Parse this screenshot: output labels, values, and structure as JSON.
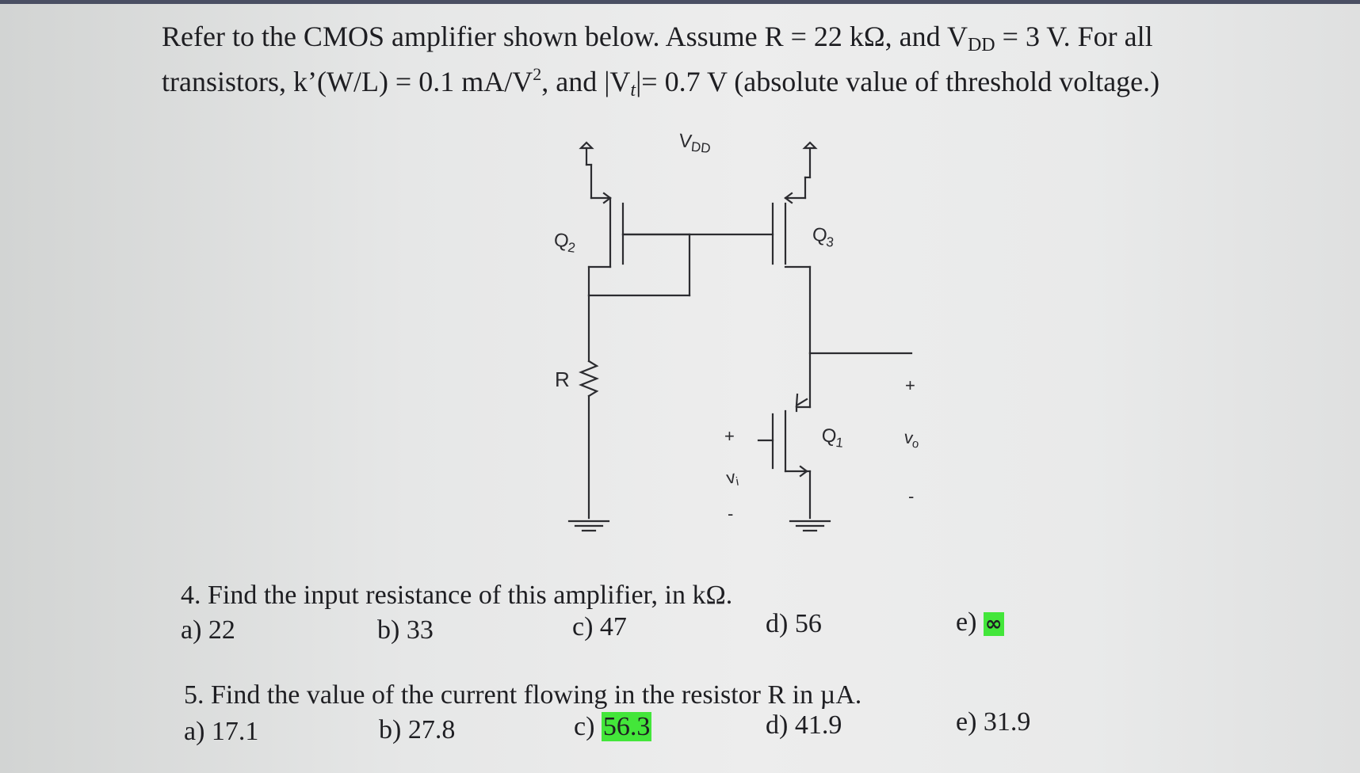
{
  "problem": {
    "line1": "Refer to the CMOS amplifier shown below. Assume R = 22 kΩ, and V",
    "line1_sub": "DD",
    "line1_end": " = 3 V. For all",
    "line2_a": "transistors, k’(W/L) = 0.1 mA/V",
    "line2_sup": "2",
    "line2_b": ", and |V",
    "line2_sub": "t",
    "line2_c": "|= 0.7 V (absolute value of threshold voltage.)"
  },
  "circuit": {
    "vdd_label": "V",
    "vdd_sub": "DD",
    "q2_label": "Q",
    "q2_sub": "2",
    "q3_label": "Q",
    "q3_sub": "3",
    "q1_label": "Q",
    "q1_sub": "1",
    "r_label": "R",
    "vi_label": "v",
    "vi_sub": "i",
    "vo_label": "v",
    "vo_sub": "o",
    "plus": "+",
    "minus": "-"
  },
  "questions": [
    {
      "text": "4. Find the input resistance of this amplifier, in kΩ.",
      "options": [
        {
          "label": "a)",
          "value": "22",
          "highlighted": false
        },
        {
          "label": "b)",
          "value": "33",
          "highlighted": false
        },
        {
          "label": "c)",
          "value": "47",
          "highlighted": false
        },
        {
          "label": "d)",
          "value": "56",
          "highlighted": false
        },
        {
          "label": "e)",
          "value": "∞",
          "highlighted": true
        }
      ]
    },
    {
      "text": "5. Find the value of the current flowing in the resistor R in µA.",
      "options": [
        {
          "label": "a)",
          "value": "17.1",
          "highlighted": false
        },
        {
          "label": "b)",
          "value": "27.8",
          "highlighted": false
        },
        {
          "label": "c)",
          "value": "56.3",
          "highlighted": true
        },
        {
          "label": "d)",
          "value": "41.9",
          "highlighted": false
        },
        {
          "label": "e)",
          "value": "31.9",
          "highlighted": false
        }
      ]
    }
  ],
  "colors": {
    "highlight": "#43e63a",
    "ink": "#1e1e22",
    "background": "#e9eaea"
  }
}
